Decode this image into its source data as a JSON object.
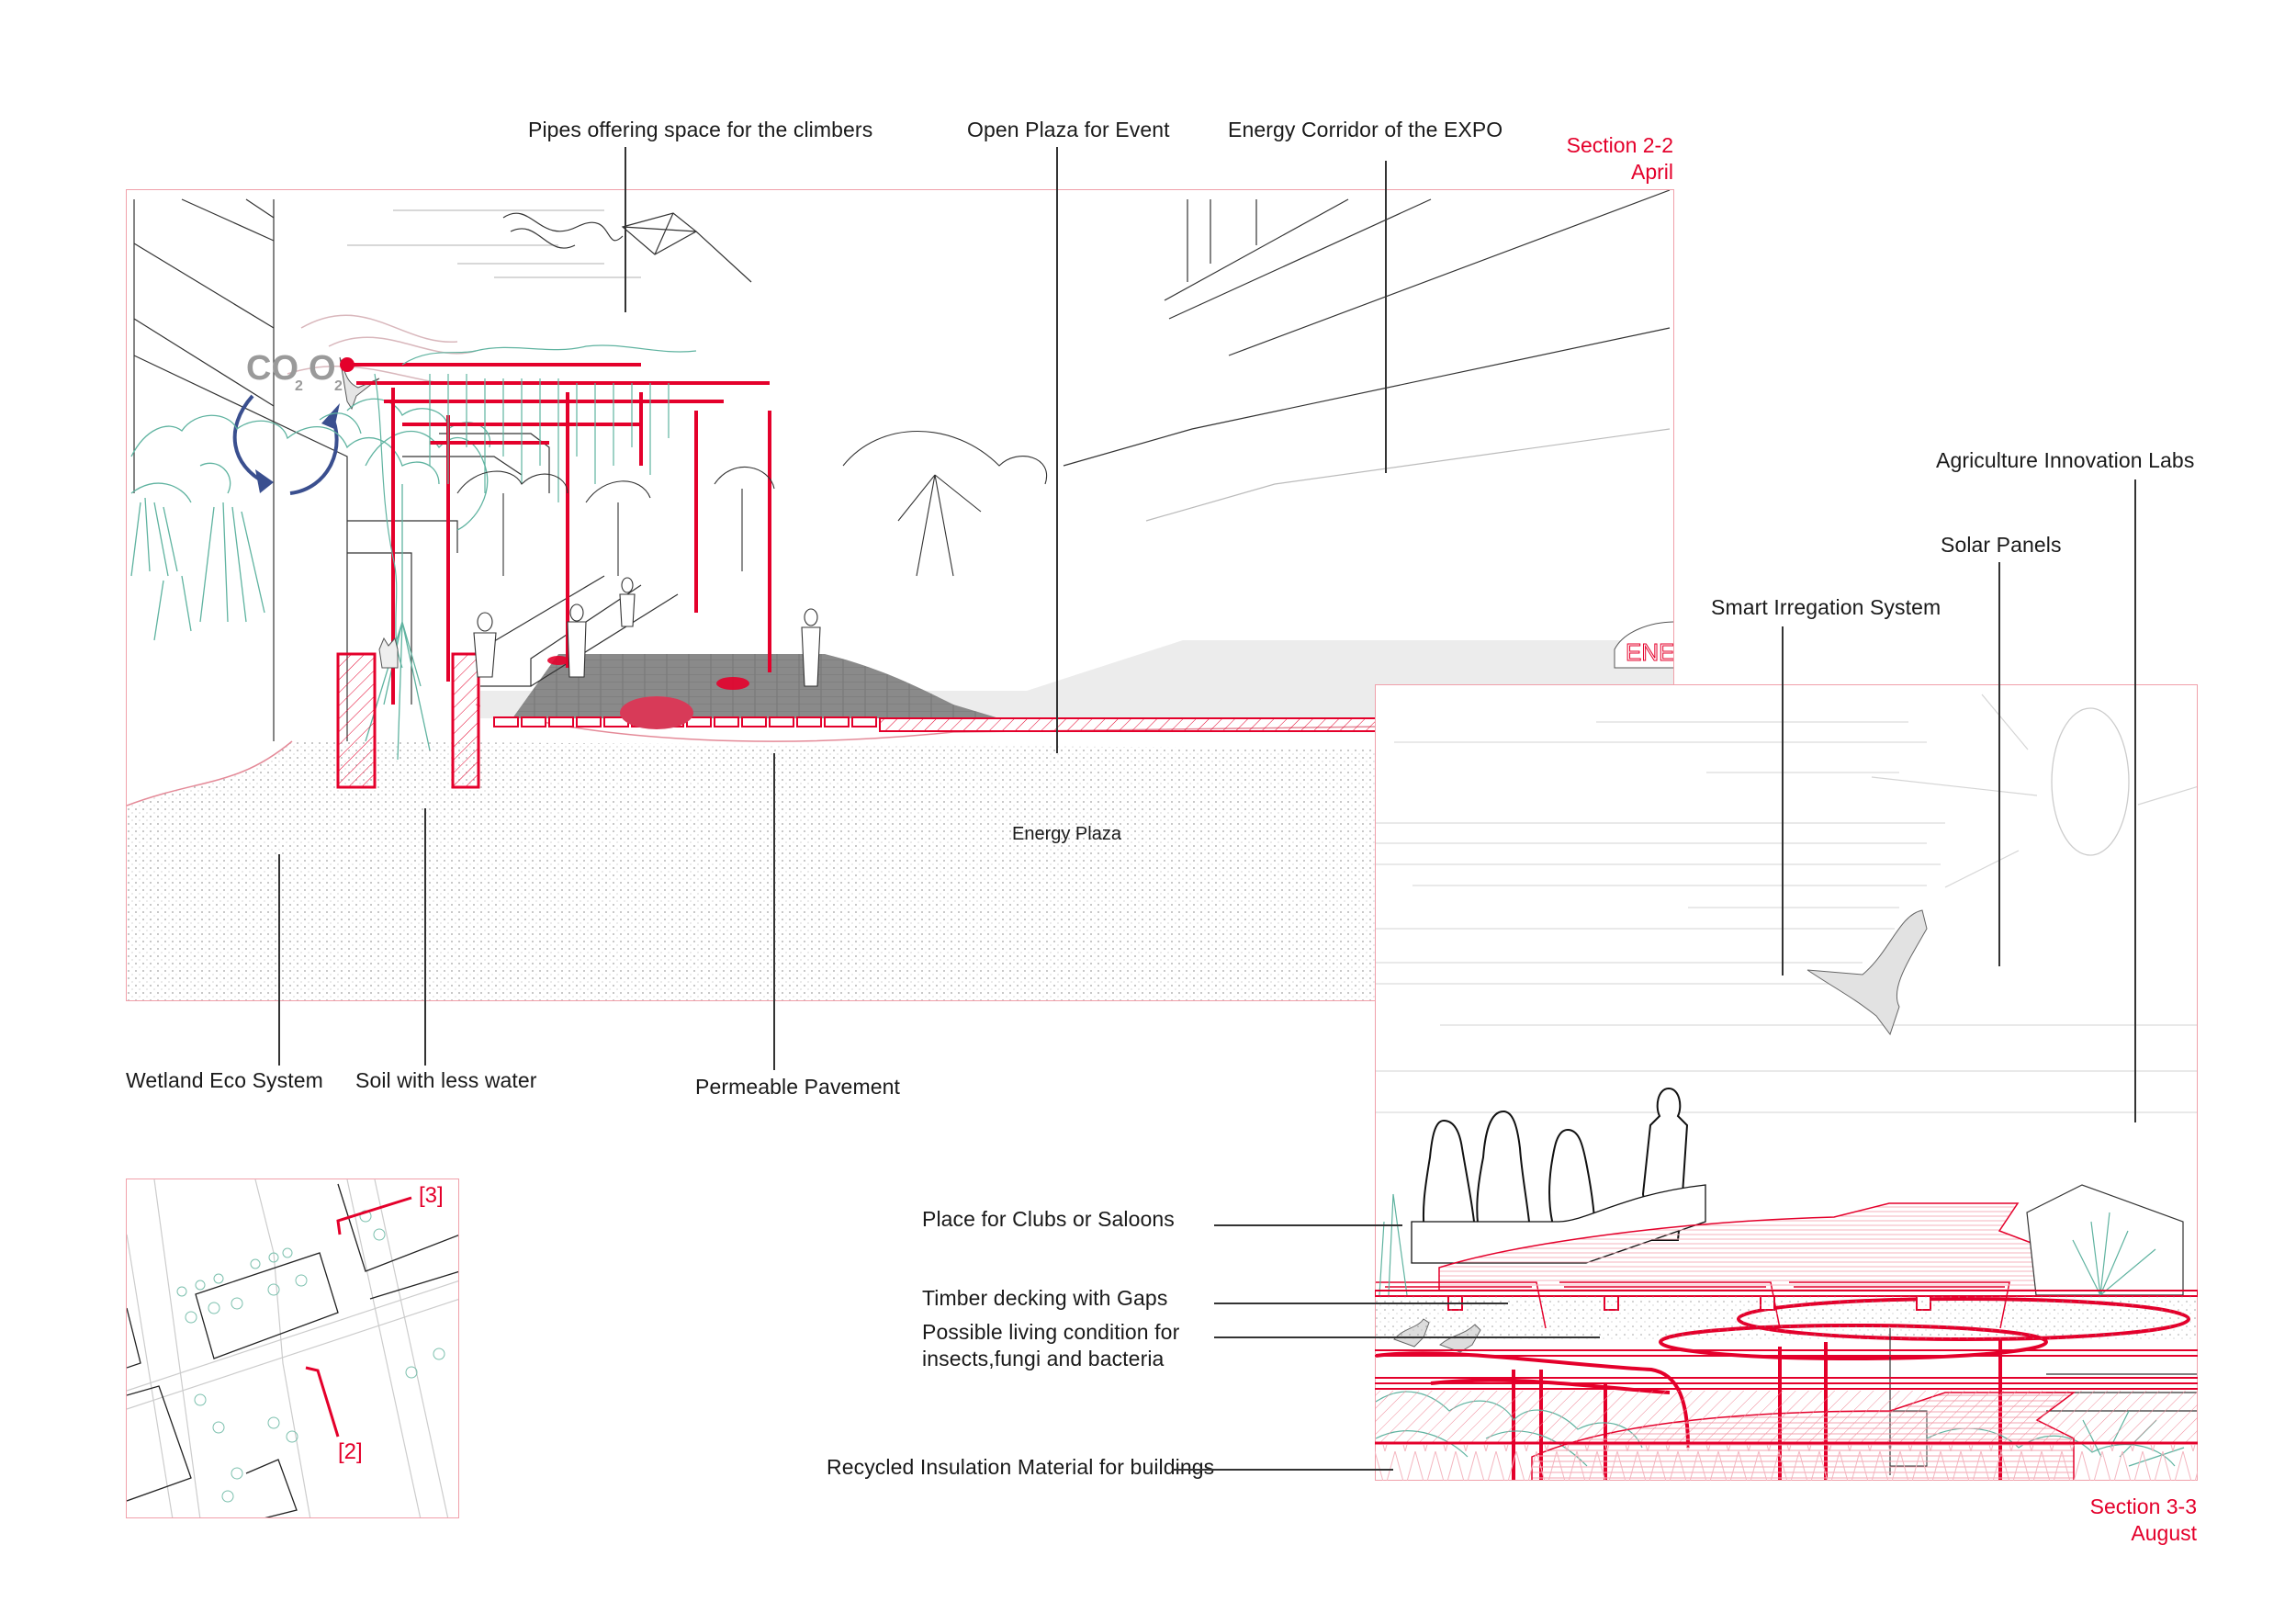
{
  "section_2_2": {
    "title": "Section 2-2",
    "month": "April",
    "top_labels": [
      "Pipes offering space for the climbers",
      "Open Plaza for Event",
      "Energy Corridor of the EXPO"
    ],
    "bottom_labels": [
      "Wetland Eco System",
      "Soil with less water",
      "Permeable Pavement"
    ],
    "inline_label": "Energy Plaza",
    "sign_text": "ENER",
    "gas_cycle": {
      "input": "CO",
      "input_sub": "2",
      "output": "O",
      "output_sub": "2"
    }
  },
  "section_3_3": {
    "title": "Section 3-3",
    "month": "August",
    "top_labels": [
      "Agriculture Innovation Labs",
      "Solar Panels",
      "Smart Irregation System"
    ],
    "left_labels": [
      "Place for Clubs or Saloons",
      "Timber decking with Gaps",
      "Possible living condition for",
      "insects,fungi and bacteria",
      "Recycled Insulation Material for buildings"
    ]
  },
  "key_map": {
    "markers": [
      "[3]",
      "[2]"
    ]
  },
  "colors": {
    "accent_red": "#e4002b",
    "frame_pink": "#f0a0aa",
    "vegetation_teal": "#5fb3a0",
    "arrow_blue": "#3a4f8f",
    "gas_gray": "#9a9a9a"
  }
}
